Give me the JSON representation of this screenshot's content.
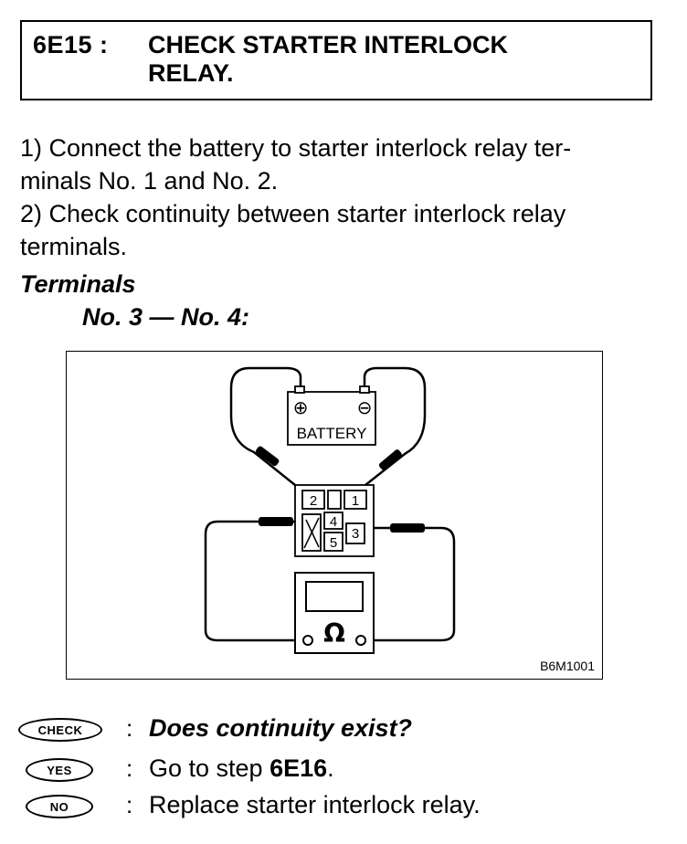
{
  "header": {
    "step_code": "6E15 :",
    "title_line1": "CHECK STARTER INTERLOCK",
    "title_line2": "RELAY."
  },
  "instructions": {
    "step1_line1": "1)  Connect the battery to starter interlock relay ter-",
    "step1_line2": "minals No. 1 and No. 2.",
    "step2_line1": "2)  Check continuity between starter interlock relay",
    "step2_line2": "terminals."
  },
  "terminals": {
    "heading": "Terminals",
    "pair": "No. 3 — No. 4:"
  },
  "diagram": {
    "battery_label": "BATTERY",
    "plus_symbol": "⊕",
    "minus_symbol": "⊖",
    "terminal_1": "1",
    "terminal_2": "2",
    "terminal_3": "3",
    "terminal_4": "4",
    "terminal_5": "5",
    "ohm_symbol": "Ω",
    "figure_id": "B6M1001"
  },
  "results": {
    "check_badge": "CHECK",
    "check_text": "Does continuity exist?",
    "yes_badge": "YES",
    "yes_text_prefix": "Go to step ",
    "yes_step": "6E16",
    "yes_text_suffix": ".",
    "no_badge": "NO",
    "no_text": "Replace starter interlock relay.",
    "colon": ":"
  }
}
